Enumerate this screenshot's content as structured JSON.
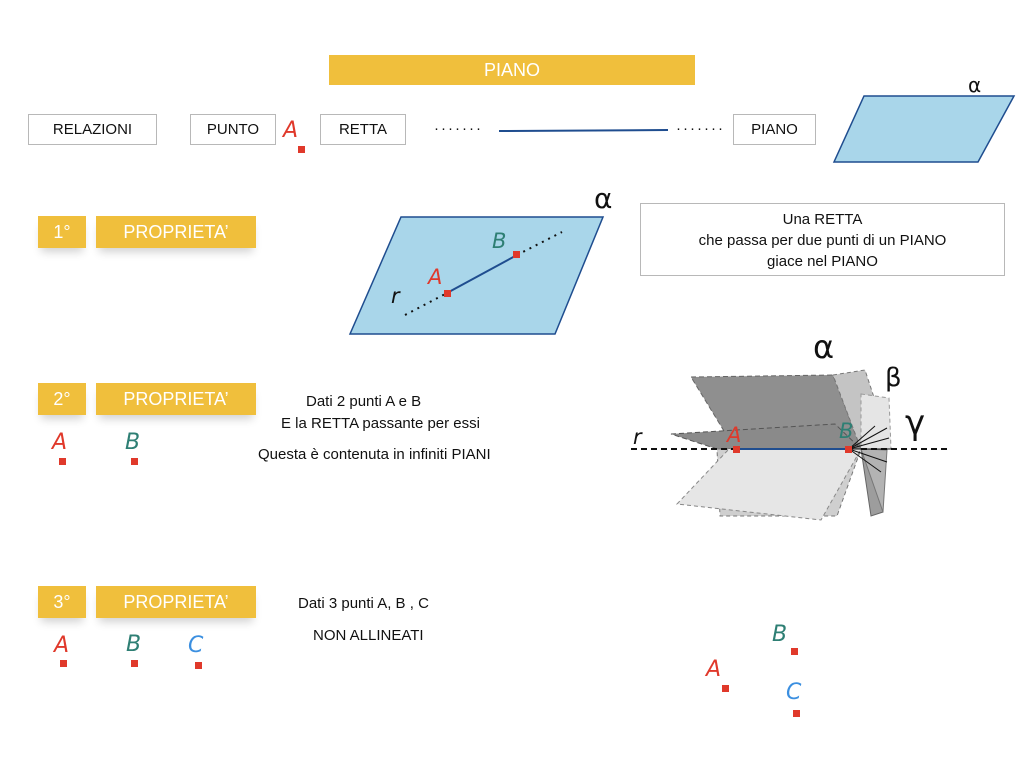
{
  "title": "PIANO",
  "header_row": {
    "relazioni": "RELAZIONI",
    "punto": "PUNTO",
    "punto_label": "A",
    "retta": "RETTA",
    "piano": "PIANO",
    "dots_left": "·······",
    "dots_right": "·······",
    "plane_label": "α"
  },
  "prop1": {
    "number": "1°",
    "label": "PROPRIETA’",
    "diagram": {
      "plane_label": "α",
      "point_a": "A",
      "point_b": "B",
      "line_label": "r"
    },
    "description": [
      "Una RETTA",
      "che passa per due punti di un PIANO",
      "giace nel PIANO"
    ]
  },
  "prop2": {
    "number": "2°",
    "label": "PROPRIETA’",
    "point_a": "A",
    "point_b": "B",
    "text": [
      "Dati 2 punti A e B",
      "E la RETTA passante per essi",
      "Questa è contenuta in infiniti PIANI"
    ],
    "diagram": {
      "alpha": "α",
      "beta": "β",
      "gamma": "γ",
      "line_label": "r",
      "point_a": "A",
      "point_b": "B"
    }
  },
  "prop3": {
    "number": "3°",
    "label": "PROPRIETA’",
    "point_a": "A",
    "point_b": "B",
    "point_c": "C",
    "text": [
      "Dati 3 punti A, B , C",
      "NON ALLINEATI"
    ],
    "diagram": {
      "point_a": "A",
      "point_b": "B",
      "point_c": "C"
    }
  },
  "colors": {
    "accent_yellow": "#f0bf3c",
    "plane_blue": "#a9d6ea",
    "point_red": "#e0392b",
    "label_teal": "#2e7f74",
    "label_blue": "#3b8fe0",
    "line_navy": "#1f4d8f"
  }
}
